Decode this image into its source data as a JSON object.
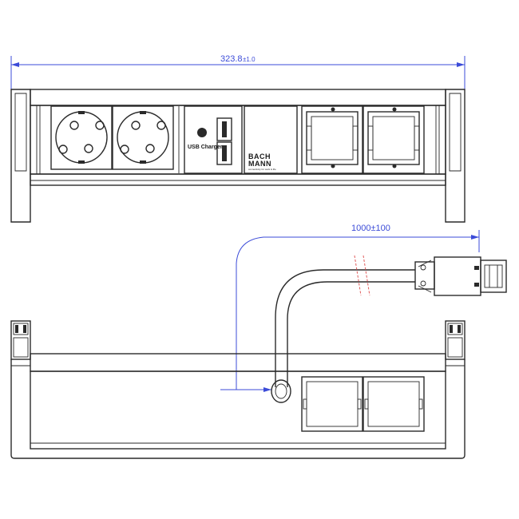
{
  "dimensions": {
    "overall_width": "323.8",
    "overall_width_tolerance": "±1.0",
    "cable_length": "1000±100"
  },
  "front_view": {
    "usb_module_label": "USB Charger",
    "brand_line1": "BACH",
    "brand_line2": "MANN",
    "brand_tagline": "connectivity for work & life"
  },
  "colors": {
    "drawing_line": "#2a2a2a",
    "dimension": "#3b4bd8",
    "cable_break": "#e05a5a"
  }
}
